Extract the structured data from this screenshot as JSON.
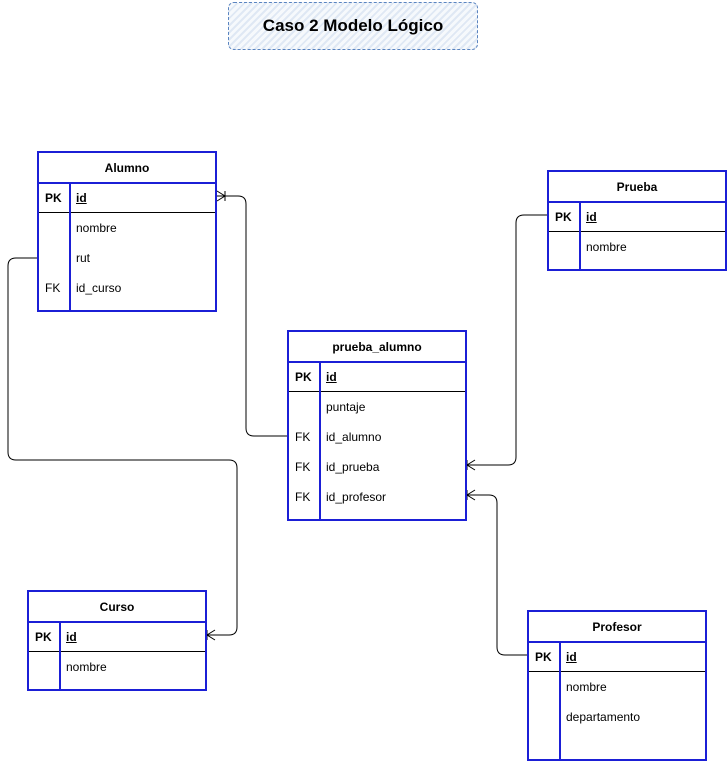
{
  "title": "Caso 2 Modelo Lógico",
  "entities": {
    "alumno": {
      "name": "Alumno",
      "pk": {
        "key": "PK",
        "field": "id"
      },
      "rows": [
        {
          "key": "",
          "field": "nombre"
        },
        {
          "key": "",
          "field": "rut"
        },
        {
          "key": "FK",
          "field": "id_curso"
        }
      ]
    },
    "prueba": {
      "name": "Prueba",
      "pk": {
        "key": "PK",
        "field": "id"
      },
      "rows": [
        {
          "key": "",
          "field": "nombre"
        }
      ]
    },
    "prueba_alumno": {
      "name": "prueba_alumno",
      "pk": {
        "key": "PK",
        "field": "id"
      },
      "rows": [
        {
          "key": "",
          "field": "puntaje"
        },
        {
          "key": "FK",
          "field": "id_alumno"
        },
        {
          "key": "FK",
          "field": "id_prueba"
        },
        {
          "key": "FK",
          "field": "id_profesor"
        }
      ]
    },
    "curso": {
      "name": "Curso",
      "pk": {
        "key": "PK",
        "field": "id"
      },
      "rows": [
        {
          "key": "",
          "field": "nombre"
        }
      ]
    },
    "profesor": {
      "name": "Profesor",
      "pk": {
        "key": "PK",
        "field": "id"
      },
      "rows": [
        {
          "key": "",
          "field": "nombre"
        },
        {
          "key": "",
          "field": "departamento"
        }
      ]
    }
  },
  "colors": {
    "entity_border": "#1b1fd6",
    "connector": "#000000"
  }
}
